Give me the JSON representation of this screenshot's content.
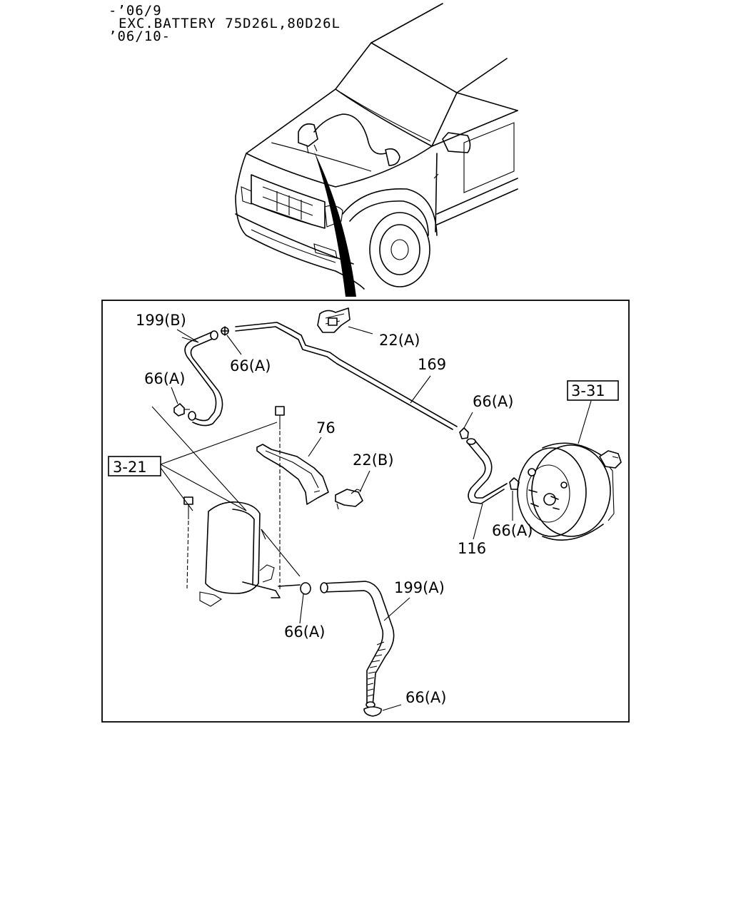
{
  "header": {
    "line1": "-’06/9",
    "line2": "EXC.BATTERY 75D26L,80D26L",
    "line3": "’06/10-"
  },
  "callouts": {
    "hose_199b": "199(B)",
    "clip_66a_top": "66(A)",
    "bracket_22a": "22(A)",
    "clip_66a_left": "66(A)",
    "pipe_169": "169",
    "clip_66a_right": "66(A)",
    "ref_331": "3-31",
    "bracket_76": "76",
    "valve_22b": "22(B)",
    "ref_321": "3-21",
    "clip_66a_booster": "66(A)",
    "hose_116": "116",
    "hose_199a": "199(A)",
    "clip_66a_tank": "66(A)",
    "clip_66a_bottom": "66(A)"
  }
}
